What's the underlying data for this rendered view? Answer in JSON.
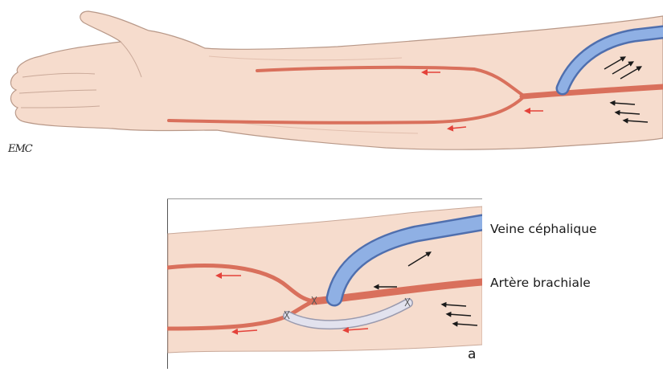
{
  "figure": {
    "logo_text": "EMC",
    "panel_label": "a",
    "labels": {
      "vein": "Veine céphalique",
      "artery": "Artère brachiale"
    }
  },
  "colors": {
    "skin": "#f6dccd",
    "skin_outline": "#b89888",
    "artery": "#d9705c",
    "artery_arrow": "#e4423a",
    "vein": "#7f9fd6",
    "vein_dark": "#4f6fae",
    "graft": "#d9d9e6",
    "flow_arrow": "#1a1a1a"
  }
}
